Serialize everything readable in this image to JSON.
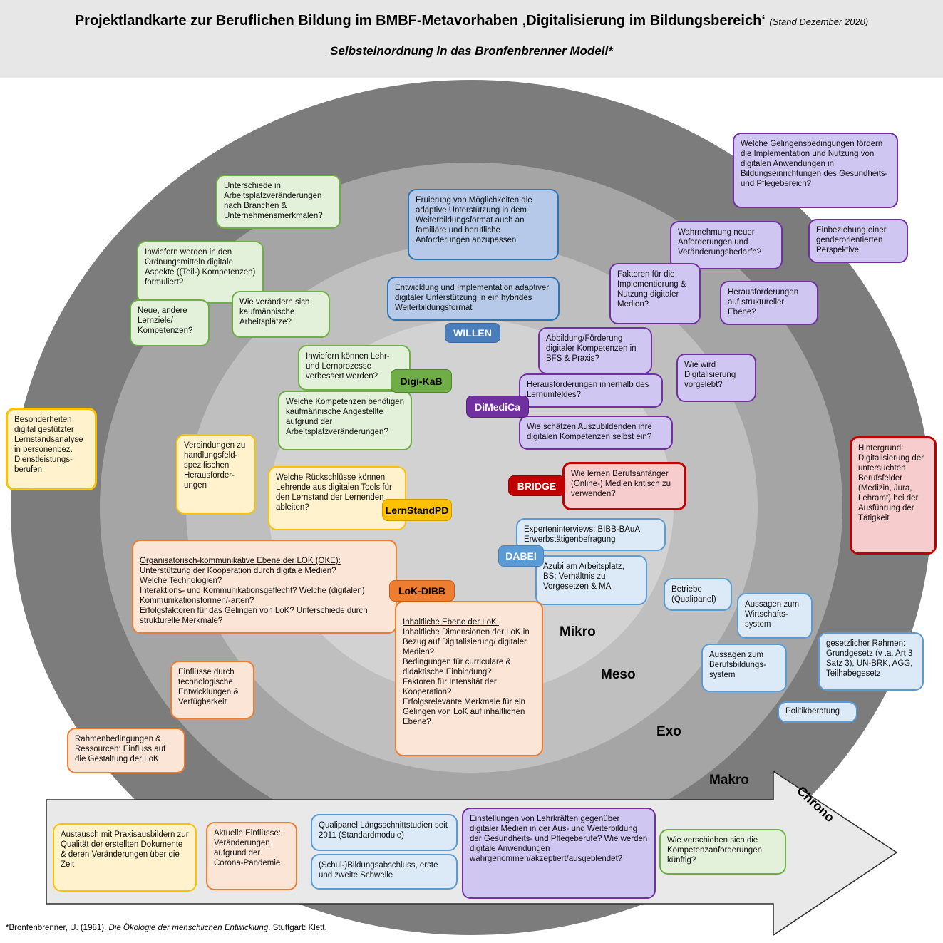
{
  "header": {
    "title": "Projektlandkarte zur Beruflichen Bildung im BMBF-Metavorhaben ‚Digitalisierung im Bildungsbereich‘",
    "date_note": "(Stand Dezember 2020)",
    "subtitle": "Selbsteinordnung  in  das  Bronfenbrenner  Modell*"
  },
  "rings": {
    "mikro": "Mikro",
    "meso": "Meso",
    "exo": "Exo",
    "makro": "Makro",
    "chrono": "Chrono"
  },
  "pills": {
    "willen": "WILLEN",
    "digikab": "Digi-KaB",
    "dimedica": "DiMediCa",
    "bridge": "BRIDGE",
    "dabei": "DABEI",
    "lokdibb": "LoK-DIBB",
    "lernstandpd": "LernStandPD"
  },
  "boxes": {
    "unterschiede": "Unterschiede in Arbeitsplatzveränderungen nach Branchen & Unternehmensmerkmalen?",
    "ordnungsmittel": "Inwiefern werden in den Ordnungsmitteln digitale Aspekte ((Teil-) Kompetenzen)  formuliert?",
    "lernziele": "Neue, andere Lernziele/ Kompetenzen?",
    "kaufm_arbeitsplaetze": "Wie verändern sich kaufmännische Arbeitsplätze?",
    "lehr_lernprozesse": "Inwiefern können Lehr- und Lernprozesse verbessert werden?",
    "kompetenzen_kaufm": "Welche Kompetenzen benötigen kaufmännische Angestellte aufgrund der Arbeitsplatzveränderungen?",
    "eruierung": "Eruierung von Möglichkeiten die adaptive Unterstützung  in dem Weiterbildungsformat auch an familiäre und berufliche Anforderungen  anzupassen",
    "entwicklung_implementation": "Entwicklung und Implementation adaptiver digitaler Unterstützung in ein hybrides Weiterbildungsformat",
    "gelingensbedingungen": "Welche Gelingensbedingungen fördern die Implementation und Nutzung  von digitalen Anwendungen in Bildungseinrichtungen des Gesundheits- und Pflegebereich?",
    "wahrnehmung": "Wahrnehmung neuer Anforderungen  und Veränderungsbedarfe?",
    "gender": "Einbeziehung einer genderorientierten Perspektive",
    "faktoren_medien": "Faktoren für die Implementierung & Nutzung digitaler Medien?",
    "herausforderungen_ebene": "Herausforderungen auf struktureller Ebene?",
    "abbildung_foerderung": "Abbildung/Förderung digitaler Kompetenzen in BFS & Praxis?",
    "herausforderungen_lernumfeld": "Herausforderungen innerhalb des Lernumfeldes?",
    "digitalisierung_vorgelebt": "Wie wird Digitalisierung vorgelebt?",
    "selbsteinschaetzung": "Wie schätzen Auszubildenden ihre digitalen Kompetenzen  selbst ein?",
    "online_medien": "Wie lernen Berufsanfänger (Online-) Medien kritisch zu verwenden?",
    "hintergrund": "Hintergrund: Digitalisierung der untersuchten Berufsfelder (Medizin, Jura, Lehramt) bei der Ausführung der Tätigkeit",
    "besonderheiten": "Besonderheiten digital gestützter Lernstandsanalyse in personenbez. Dienstleistungs-berufen",
    "verbindungen": "Verbindungen zu handlungsfeld-spezifischen Herausforder-ungen",
    "rueckschluesse": "Welche Rückschlüsse können Lehrende  aus digitalen Tools für den Lernstand der Lernenden  ableiten?",
    "experteninterviews": "Experteninterviews; BIBB-BAuA Erwerbstätigenbefragung",
    "azubi": "Azubi am Arbeitsplatz, BS; Verhältnis zu Vorgesetzen  & MA",
    "betriebe": "Betriebe (Qualipanel)",
    "wirtschaftssystem": "Aussagen zum Wirtschafts-system",
    "berufsbildungssystem": "Aussagen zum Berufsbildungs-system",
    "gesetzlicher_rahmen": "gesetzlicher Rahmen: Grundgesetz (v .a. Art 3 Satz 3), UN-BRK, AGG, Teilhabegesetz",
    "politikberatung": "Politikberatung",
    "oke_heading": "Organisatorisch-kommunikative Ebene der LOK (OKE):",
    "oke_body": "Unterstützung  der Kooperation durch digitale Medien?\nWelche Technologien?\nInteraktions- und Kommunikationsgeflecht?  Welche (digitalen) Kommunikationsformen/-arten?\nErfolgsfaktoren für das Gelingen von LoK? Unterschiede durch strukturelle Merkmale?",
    "inhaltlich_heading": "Inhaltliche Ebene der LoK:",
    "inhaltlich_body": "Inhaltliche Dimensionen der LoK in Bezug auf Digitalisierung/ digitaler Medien?\nBedingungen für curriculare & didaktische Einbindung?\nFaktoren für Intensität der Kooperation?\nErfolgsrelevante Merkmale für ein Gelingen von LoK auf inhaltlichen Ebene?",
    "technologische_einfluesse": "Einflüsse durch technologische Entwicklungen & Verfügbarkeit",
    "rahmenbedingungen": "Rahmenbedingungen  & Ressourcen: Einfluss auf die Gestaltung der LoK",
    "austausch": "Austausch mit Praxisausbildern zur Qualität der erstellten Dokumente  & deren Veränderungen  über  die Zeit",
    "corona": "Aktuelle Einflüsse: Veränderungen aufgrund der Corona-Pandemie",
    "qualipanel": "Qualipanel Längsschnittstudien seit 2011 (Standardmodule)",
    "bildungsabschluss": "(Schul-)Bildungsabschluss, erste und zweite  Schwelle",
    "einstellungen_lehrkraefte": "Einstellungen von Lehrkräften gegenüber digitaler Medien in der Aus- und Weiterbildung der Gesundheits- und Pflegeberufe?  Wie werden  digitale Anwendungen wahrgenommen/akzeptiert/ausgeblendet?",
    "kompetenzanforderungen": "Wie verschieben sich die Kompetenzanforderungen künftig?"
  },
  "footnote": {
    "prefix": "*Bronfenbrenner, U. (1981). ",
    "work": "Die Ökologie der menschlichen Entwicklung",
    "suffix": ". Stuttgart: Klett."
  },
  "palette": {
    "green": "#6fad47",
    "blue": "#2e75b6",
    "purple": "#7030a0",
    "yellow": "#fdc101",
    "red": "#c00000",
    "light_blue": "#5b9bd5",
    "orange": "#ed7d31",
    "ring_makro": "#7c7c7c",
    "ring_exo": "#a5a5a5",
    "ring_meso": "#bfbfbf",
    "ring_mikro": "#d2d2d2"
  }
}
